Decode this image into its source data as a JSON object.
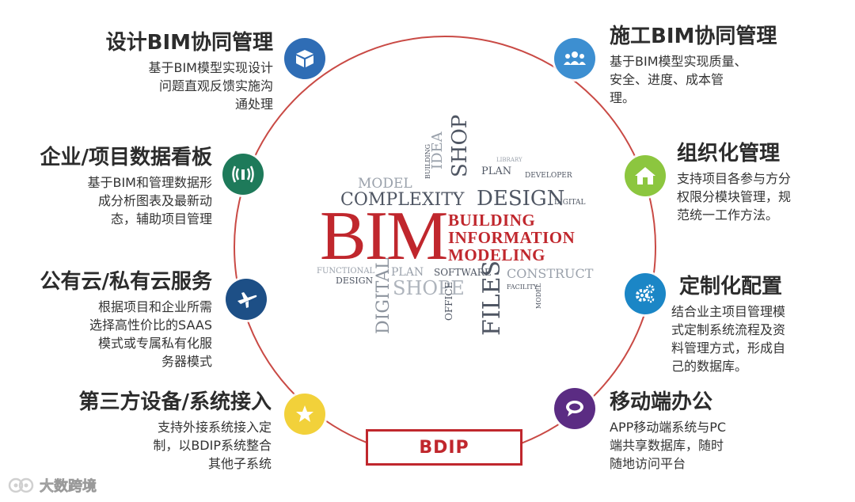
{
  "colors": {
    "ring": "#c94a45",
    "accent_red": "#c0272d",
    "icon_blue": "#2f6db5",
    "icon_sky": "#3d8fd1",
    "icon_green": "#1e7a5a",
    "icon_lime": "#8cc63f",
    "icon_navy": "#1d4f86",
    "icon_teal": "#1b86c6",
    "icon_yellow": "#f2d13a",
    "icon_purple": "#5b2c83"
  },
  "features": {
    "left": [
      {
        "title": "设计BIM协同管理",
        "desc": [
          "基于BIM模型实现设计",
          "问题直观反馈实施沟",
          "通处理"
        ],
        "icon": "box-icon"
      },
      {
        "title": "企业/项目数据看板",
        "desc": [
          "基于BIM和管理数据形",
          "成分析图表及最新动",
          "态，辅助项目管理"
        ],
        "icon": "signal-icon"
      },
      {
        "title": "公有云/私有云服务",
        "desc": [
          "根据项目和企业所需",
          "选择高性价比的SAAS",
          "模式或专属私有化服",
          "务器模式"
        ],
        "icon": "airplane-icon"
      },
      {
        "title": "第三方设备/系统接入",
        "desc": [
          "支持外接系统接入定",
          "制，以BDIP系统整合",
          "其他子系统"
        ],
        "icon": "star-icon"
      }
    ],
    "right": [
      {
        "title": "施工BIM协同管理",
        "desc": [
          "基于BIM模型实现质量、",
          "安全、进度、成本管",
          "理。"
        ],
        "icon": "team-icon"
      },
      {
        "title": "组织化管理",
        "desc": [
          "支持项目各参与方分",
          "权限分模块管理，规",
          "范统一工作方法。"
        ],
        "icon": "home-icon"
      },
      {
        "title": "定制化配置",
        "desc": [
          "结合业主项目管理模",
          "式定制系统流程及资",
          "料管理方式，形成自",
          "己的数据库。"
        ],
        "icon": "gears-icon"
      },
      {
        "title": "移动端办公",
        "desc": [
          "APP移动端系统与PC",
          "端共享数据库，随时",
          "随地访问平台"
        ],
        "icon": "chat-icon"
      }
    ]
  },
  "center": {
    "bim": "BIM",
    "sub": [
      "BUILDING",
      "INFORMATION",
      "MODELING"
    ],
    "words": [
      "MODEL",
      "COMPLEXITY",
      "SHOP",
      "DESIGN",
      "IDEA",
      "PLAN",
      "DEVELOPER",
      "DIGITAL",
      "FUNCTIONAL",
      "DESIGN",
      "DIGITAL",
      "PLAN",
      "SHOPE",
      "SOFTWARE",
      "OFFICE",
      "FILES",
      "CONSTRUCT",
      "FACILITY",
      "MODEL",
      "BUILDING",
      "LIBRARY"
    ]
  },
  "bdip_label": "BDIP",
  "watermark": "大数跨境"
}
